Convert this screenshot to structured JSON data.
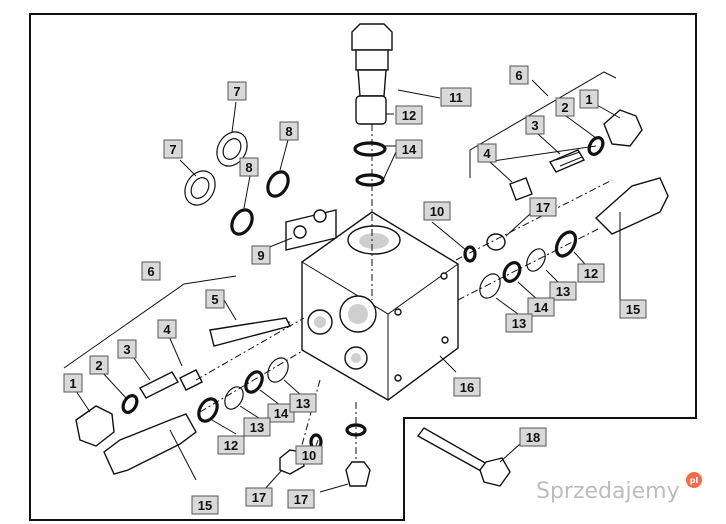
{
  "callouts": [
    {
      "id": "c1",
      "text": "1"
    },
    {
      "id": "c2",
      "text": "2"
    },
    {
      "id": "c3",
      "text": "3"
    },
    {
      "id": "c4",
      "text": "4"
    },
    {
      "id": "c5",
      "text": "5"
    },
    {
      "id": "c6",
      "text": "6"
    },
    {
      "id": "c7",
      "text": "7"
    },
    {
      "id": "c8",
      "text": "8"
    },
    {
      "id": "c9",
      "text": "9"
    },
    {
      "id": "c10",
      "text": "10"
    },
    {
      "id": "c11",
      "text": "11"
    },
    {
      "id": "c12",
      "text": "12"
    },
    {
      "id": "c13",
      "text": "13"
    },
    {
      "id": "c14",
      "text": "14"
    },
    {
      "id": "c15",
      "text": "15"
    },
    {
      "id": "c16",
      "text": "16"
    },
    {
      "id": "c17",
      "text": "17"
    },
    {
      "id": "c18",
      "text": "18"
    }
  ],
  "watermark": {
    "text": "Sprzedajemy",
    "badge": "pl"
  }
}
